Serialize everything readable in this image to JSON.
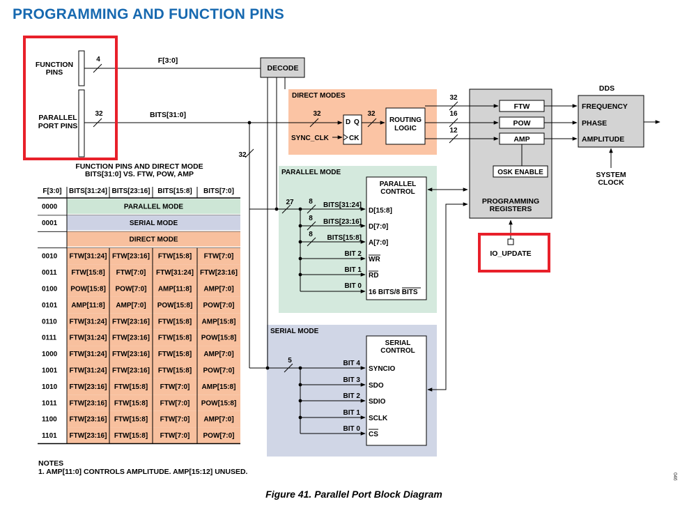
{
  "title": "PROGRAMMING AND FUNCTION PINS",
  "caption": "Figure 41. Parallel Port Block Diagram",
  "side_code": "046",
  "colors": {
    "title_blue": "#1769b0",
    "highlight_red": "#e8202a",
    "direct_fill": "#fbc4a4",
    "parallel_fill": "#d4e9dd",
    "serial_fill": "#d0d6e6",
    "registers_fill": "#d3d3d3",
    "table_direct_fill": "#f8c09e",
    "table_parallel_fill": "#cde6d6",
    "table_serial_fill": "#cdd2e4"
  },
  "pins": {
    "function_label": [
      "FUNCTION",
      "PINS"
    ],
    "function_width": "4",
    "function_bus": "F[3:0]",
    "parallel_label": [
      "PARALLEL",
      "PORT PINS"
    ],
    "parallel_width": "32",
    "parallel_bus": "BITS[31:0]"
  },
  "decode": {
    "label": "DECODE",
    "branch_width": "32"
  },
  "direct_modes": {
    "title": "DIRECT MODES",
    "in_width": "32",
    "ff_d": "D",
    "ff_q": "Q",
    "ff_ck": "CK",
    "sync_clk": "SYNC_CLK",
    "mid_width": "32",
    "routing": [
      "ROUTING",
      "LOGIC"
    ],
    "out_widths": [
      "32",
      "16",
      "12"
    ]
  },
  "registers": {
    "label": [
      "PROGRAMMING",
      "REGISTERS"
    ],
    "ftw": "FTW",
    "pow": "POW",
    "amp": "AMP",
    "osk": "OSK ENABLE",
    "io_update": "IO_UPDATE"
  },
  "dds": {
    "title": "DDS",
    "lines": [
      "FREQUENCY",
      "PHASE",
      "AMPLITUDE"
    ],
    "system_clock": [
      "SYSTEM",
      "CLOCK"
    ]
  },
  "parallel_mode": {
    "title": "PARALLEL MODE",
    "bus_width": "27",
    "control": [
      "PARALLEL",
      "CONTROL"
    ],
    "rows": [
      {
        "width": "8",
        "bits": "BITS[31:24]",
        "pin": "D[15:8]"
      },
      {
        "width": "8",
        "bits": "BITS[23:16]",
        "pin": "D[7:0]"
      },
      {
        "width": "8",
        "bits": "BITS[15:8]",
        "pin": "A[7:0]"
      },
      {
        "bits": "BIT 2",
        "pin": "WR"
      },
      {
        "bits": "BIT 1",
        "pin": "RD"
      },
      {
        "bits": "BIT 0",
        "pin_a": "16 BITS/",
        "pin_b": "8 BITS"
      }
    ]
  },
  "serial_mode": {
    "title": "SERIAL MODE",
    "bus_width": "5",
    "control": [
      "SERIAL",
      "CONTROL"
    ],
    "rows": [
      {
        "bits": "BIT 4",
        "pin": "SYNCIO"
      },
      {
        "bits": "BIT 3",
        "pin": "SDO"
      },
      {
        "bits": "BIT 2",
        "pin": "SDIO"
      },
      {
        "bits": "BIT 1",
        "pin": "SCLK"
      },
      {
        "bits": "BIT 0",
        "pin": "CS"
      }
    ]
  },
  "table": {
    "caption": [
      "FUNCTION PINS AND DIRECT MODE",
      "BITS[31:0] VS. FTW, POW, AMP"
    ],
    "headers": [
      "F[3:0]",
      "BITS[31:24]",
      "BITS[23:16]",
      "BITS[15:8]",
      "BITS[7:0]"
    ],
    "mode_rows": [
      {
        "code": "0000",
        "label": "PARALLEL MODE"
      },
      {
        "code": "0001",
        "label": "SERIAL MODE"
      },
      {
        "code": "",
        "label": "DIRECT MODE"
      }
    ],
    "rows": [
      [
        "0010",
        "FTW[31:24]",
        "FTW[23:16]",
        "FTW[15:8]",
        "FTW[7:0]"
      ],
      [
        "0011",
        "FTW[15:8]",
        "FTW[7:0]",
        "FTW[31:24]",
        "FTW[23:16]"
      ],
      [
        "0100",
        "POW[15:8]",
        "POW[7:0]",
        "AMP[11:8]",
        "AMP[7:0]"
      ],
      [
        "0101",
        "AMP[11:8]",
        "AMP[7:0]",
        "POW[15:8]",
        "POW[7:0]"
      ],
      [
        "0110",
        "FTW[31:24]",
        "FTW[23:16]",
        "FTW[15:8]",
        "AMP[15:8]"
      ],
      [
        "0111",
        "FTW[31:24]",
        "FTW[23:16]",
        "FTW[15:8]",
        "POW[15:8]"
      ],
      [
        "1000",
        "FTW[31:24]",
        "FTW[23:16]",
        "FTW[15:8]",
        "AMP[7:0]"
      ],
      [
        "1001",
        "FTW[31:24]",
        "FTW[23:16]",
        "FTW[15:8]",
        "POW[7:0]"
      ],
      [
        "1010",
        "FTW[23:16]",
        "FTW[15:8]",
        "FTW[7:0]",
        "AMP[15:8]"
      ],
      [
        "1011",
        "FTW[23:16]",
        "FTW[15:8]",
        "FTW[7:0]",
        "POW[15:8]"
      ],
      [
        "1100",
        "FTW[23:16]",
        "FTW[15:8]",
        "FTW[7:0]",
        "AMP[7:0]"
      ],
      [
        "1101",
        "FTW[23:16]",
        "FTW[15:8]",
        "FTW[7:0]",
        "POW[7:0]"
      ]
    ]
  },
  "notes": {
    "title": "NOTES",
    "items": [
      "1. AMP[11:0] CONTROLS AMPLITUDE. AMP[15:12] UNUSED."
    ]
  }
}
